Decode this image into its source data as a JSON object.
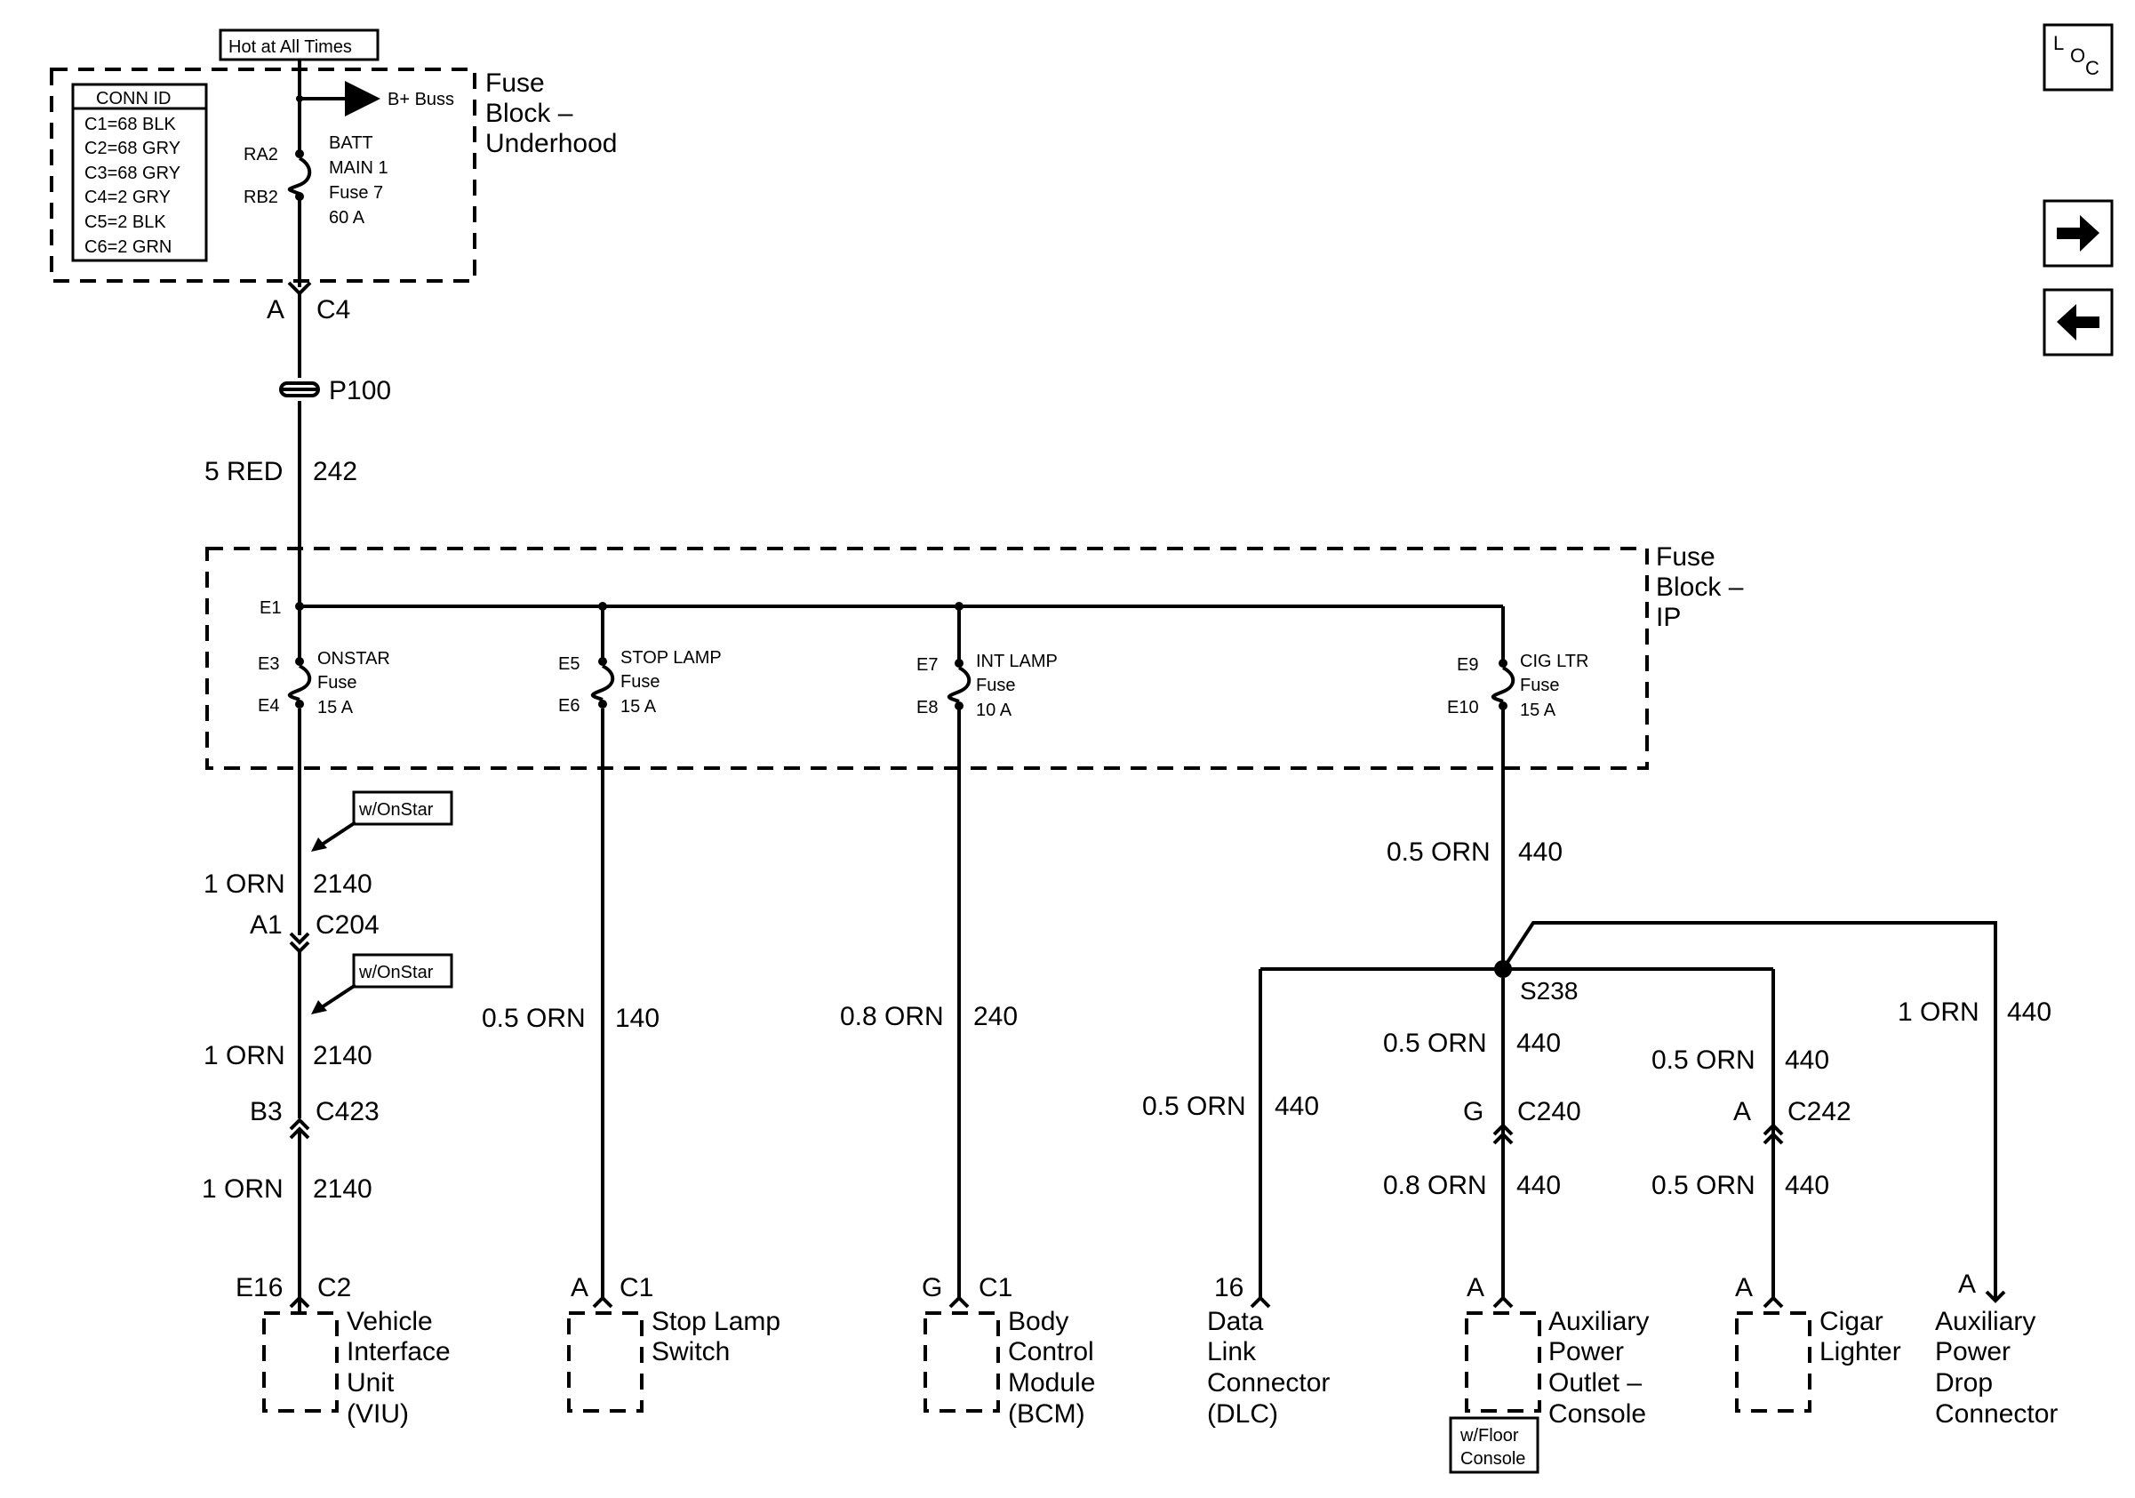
{
  "header": {
    "hot_label": "Hot at All Times"
  },
  "nav": {
    "loc_l": "L",
    "loc_o": "O",
    "loc_c": "C"
  },
  "underhood": {
    "title_1": "Fuse",
    "title_2": "Block –",
    "title_3": "Underhood",
    "conn_id_title": "CONN ID",
    "conn_ids": [
      "C1=68 BLK",
      "C2=68 GRY",
      "C3=68 GRY",
      "C4=2 GRY",
      "C5=2 BLK",
      "C6=2 GRN"
    ],
    "bus_label": "B+ Buss",
    "pin_top": "RA2",
    "pin_bottom": "RB2",
    "fuse_lines": [
      "BATT",
      "MAIN 1",
      "Fuse 7",
      "60 A"
    ]
  },
  "feed": {
    "conn_pin": "A",
    "conn_id": "C4",
    "pass_through": "P100",
    "wire_size_color": "5 RED",
    "circuit": "242"
  },
  "ip": {
    "title_1": "Fuse",
    "title_2": "Block –",
    "title_3": "IP",
    "bus_pin": "E1",
    "fuses": [
      {
        "pin_in": "E3",
        "pin_out": "E4",
        "name": "ONSTAR",
        "word": "Fuse",
        "rating": "15 A"
      },
      {
        "pin_in": "E5",
        "pin_out": "E6",
        "name": "STOP LAMP",
        "word": "Fuse",
        "rating": "15 A"
      },
      {
        "pin_in": "E7",
        "pin_out": "E8",
        "name": "INT LAMP",
        "word": "Fuse",
        "rating": "10 A"
      },
      {
        "pin_in": "E9",
        "pin_out": "E10",
        "name": "CIG LTR",
        "word": "Fuse",
        "rating": "15 A"
      }
    ]
  },
  "onstar_branch": {
    "option_1": "w/OnStar",
    "option_2": "w/OnStar",
    "w1_size": "1 ORN",
    "w1_circuit": "2140",
    "c1_pin": "A1",
    "c1_id": "C204",
    "w2_size": "1 ORN",
    "w2_circuit": "2140",
    "c2_pin": "B3",
    "c2_id": "C423",
    "w3_size": "1 ORN",
    "w3_circuit": "2140",
    "load_pin": "E16",
    "load_conn": "C2",
    "load_lines": [
      "Vehicle",
      "Interface",
      "Unit",
      "(VIU)"
    ]
  },
  "stop_branch": {
    "w_size": "0.5 ORN",
    "w_circuit": "140",
    "load_pin": "A",
    "load_conn": "C1",
    "load_lines": [
      "Stop Lamp",
      "Switch"
    ]
  },
  "int_branch": {
    "w_size": "0.8 ORN",
    "w_circuit": "240",
    "load_pin": "G",
    "load_conn": "C1",
    "load_lines": [
      "Body",
      "Control",
      "Module",
      "(BCM)"
    ]
  },
  "cig_branch": {
    "w_size": "0.5 ORN",
    "w_circuit": "440",
    "splice": "S238",
    "dlc": {
      "w_size": "0.5 ORN",
      "w_circuit": "440",
      "pin": "16",
      "lines": [
        "Data",
        "Link",
        "Connector",
        "(DLC)"
      ]
    },
    "apo": {
      "w1_size": "0.5 ORN",
      "w1_circuit": "440",
      "c_pin": "G",
      "c_id": "C240",
      "w2_size": "0.8 ORN",
      "w2_circuit": "440",
      "pin": "A",
      "lines": [
        "Auxiliary",
        "Power",
        "Outlet –",
        "Console"
      ],
      "option_1": "w/Floor",
      "option_2": "Console"
    },
    "cig": {
      "w1_size": "0.5 ORN",
      "w1_circuit": "440",
      "c_pin": "A",
      "c_id": "C242",
      "w2_size": "0.5 ORN",
      "w2_circuit": "440",
      "pin": "A",
      "lines": [
        "Cigar",
        "Lighter"
      ]
    },
    "drop": {
      "w_size": "1 ORN",
      "w_circuit": "440",
      "pin": "A",
      "lines": [
        "Auxiliary",
        "Power",
        "Drop",
        "Connector"
      ]
    }
  }
}
